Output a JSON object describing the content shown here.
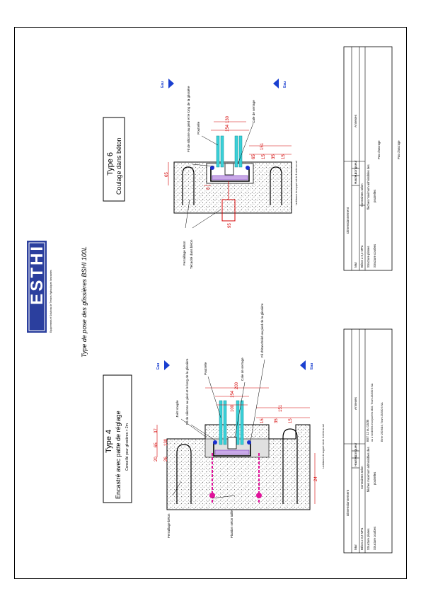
{
  "logo": {
    "mark": "ESTHI",
    "tagline": "Equipements et Solutions de Tresses Hydrauliques Innovantes"
  },
  "document_title": "Type de pose des glissières BSHI 100L",
  "type6": {
    "title": "Type 6",
    "subtitle": "Coulage dans béton",
    "labels": {
      "fil_silicone": "Fil de silicone au pied et le long de la glissière",
      "poutrelle": "Poutrelle",
      "cale": "Cale de serrage",
      "ferraillage": "Ferraillage béton",
      "tecacite": "Técacité dans béton",
      "note": "La distance de support est de 1 mètre au sol"
    },
    "dims": {
      "d1": "154",
      "d2": "130",
      "d3": "8",
      "d4": "65",
      "d5": "95",
      "e1": "151",
      "e2": "65",
      "e3": "15",
      "e4": "35",
      "e5": "15"
    },
    "eau_left": "Eau",
    "eau_right": "Eau"
  },
  "type4": {
    "title": "Type 4",
    "subtitle": "Encastré avec patte de réglage",
    "subnote": "Conseillé pour glissières > 2m",
    "labels": {
      "joint": "Joint souple",
      "fil_silicone": "Fil de silicone au pied et le long de la glissière",
      "poutrelle": "Poutrelle",
      "cale": "Cale de serrage",
      "fil_etancheite": "Fil d'étanchéité au pied de la glissière",
      "ferraillage": "Ferraillage béton",
      "fixation": "Fixation selon taille",
      "note": "La distance de support est de 1 mètre au sol"
    },
    "dims": {
      "d1": "200",
      "d2": "154",
      "d3": "100",
      "v1": "130",
      "v2": "37",
      "v3": "20",
      "v4": "65",
      "v5": "26",
      "e1": "151",
      "e2": "15",
      "e3": "35",
      "e4": "15",
      "e5": "24"
    },
    "eau_left": "Eau",
    "eau_right": "Eau"
  },
  "table_right": {
    "header": "Dimensionnement",
    "col1": "Mur",
    "col2": "Hauteur",
    "col3": "Longueur",
    "col4": "Annexes",
    "rows": [
      {
        "a": "Béton  ≥ 0,2 MPa",
        "b": "Contraintes selon",
        "c": "Pas d'ancrage"
      },
      {
        "a": "Structure planes",
        "b": "flèches maximum admissibles des",
        "c": ""
      },
      {
        "a": "Structure courbes",
        "b": "poutrelles",
        "c": "Pas d'ancrage"
      }
    ]
  },
  "table_left": {
    "header": "Dimensionnement",
    "col1": "Mur",
    "col2": "Hauteur",
    "col3": "Longueur",
    "col4": "Annexes",
    "rows": [
      {
        "a": "Béton  ≥ 0,2 MPa",
        "b": "Contraintes selon",
        "c": "BST 12 ou 13/35"
      },
      {
        "a": "Structure planes",
        "b": "flèches maximum admissibles des",
        "c": "ou 2 rondelles incorporées M16, Tirant 25/350 6 NA"
      },
      {
        "a": "Structure courbes",
        "b": "poutrelles",
        "c": "Etrier 250 M16, Tirant 25/350 6 NA"
      }
    ]
  }
}
